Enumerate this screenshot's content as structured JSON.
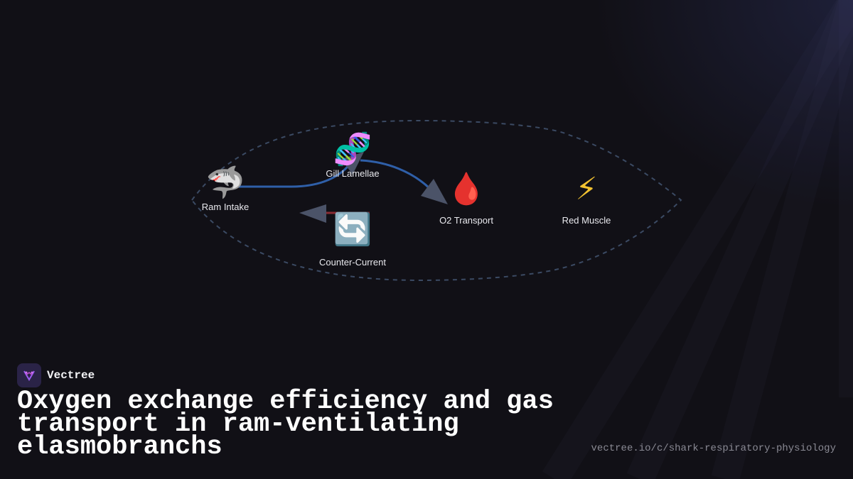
{
  "diagram": {
    "nodes": [
      {
        "id": "ram",
        "icon": "🦈",
        "icon_name": "shark-icon",
        "label": "Ram Intake"
      },
      {
        "id": "gill",
        "icon": "🧬",
        "icon_name": "dna-icon",
        "label": "Gill Lamellae"
      },
      {
        "id": "counter",
        "icon": "🔄",
        "icon_name": "cycle-arrows-icon",
        "label": "Counter-Current"
      },
      {
        "id": "o2",
        "icon": "🩸",
        "icon_name": "blood-drop-icon",
        "label": "O2 Transport"
      },
      {
        "id": "muscle",
        "icon": "⚡",
        "icon_name": "lightning-icon",
        "label": "Red Muscle"
      }
    ],
    "colors": {
      "flow": "#2f5fa8",
      "arrowhead": "#4b5368",
      "counter_flow": "#8a2b33",
      "loop": "#3b4a63"
    }
  },
  "brand": {
    "name": "Vectree",
    "logo_icon": "vectree-logo-icon"
  },
  "title": "Oxygen exchange efficiency and gas transport in ram-ventilating elasmobranchs",
  "url": "vectree.io/c/shark-respiratory-physiology"
}
